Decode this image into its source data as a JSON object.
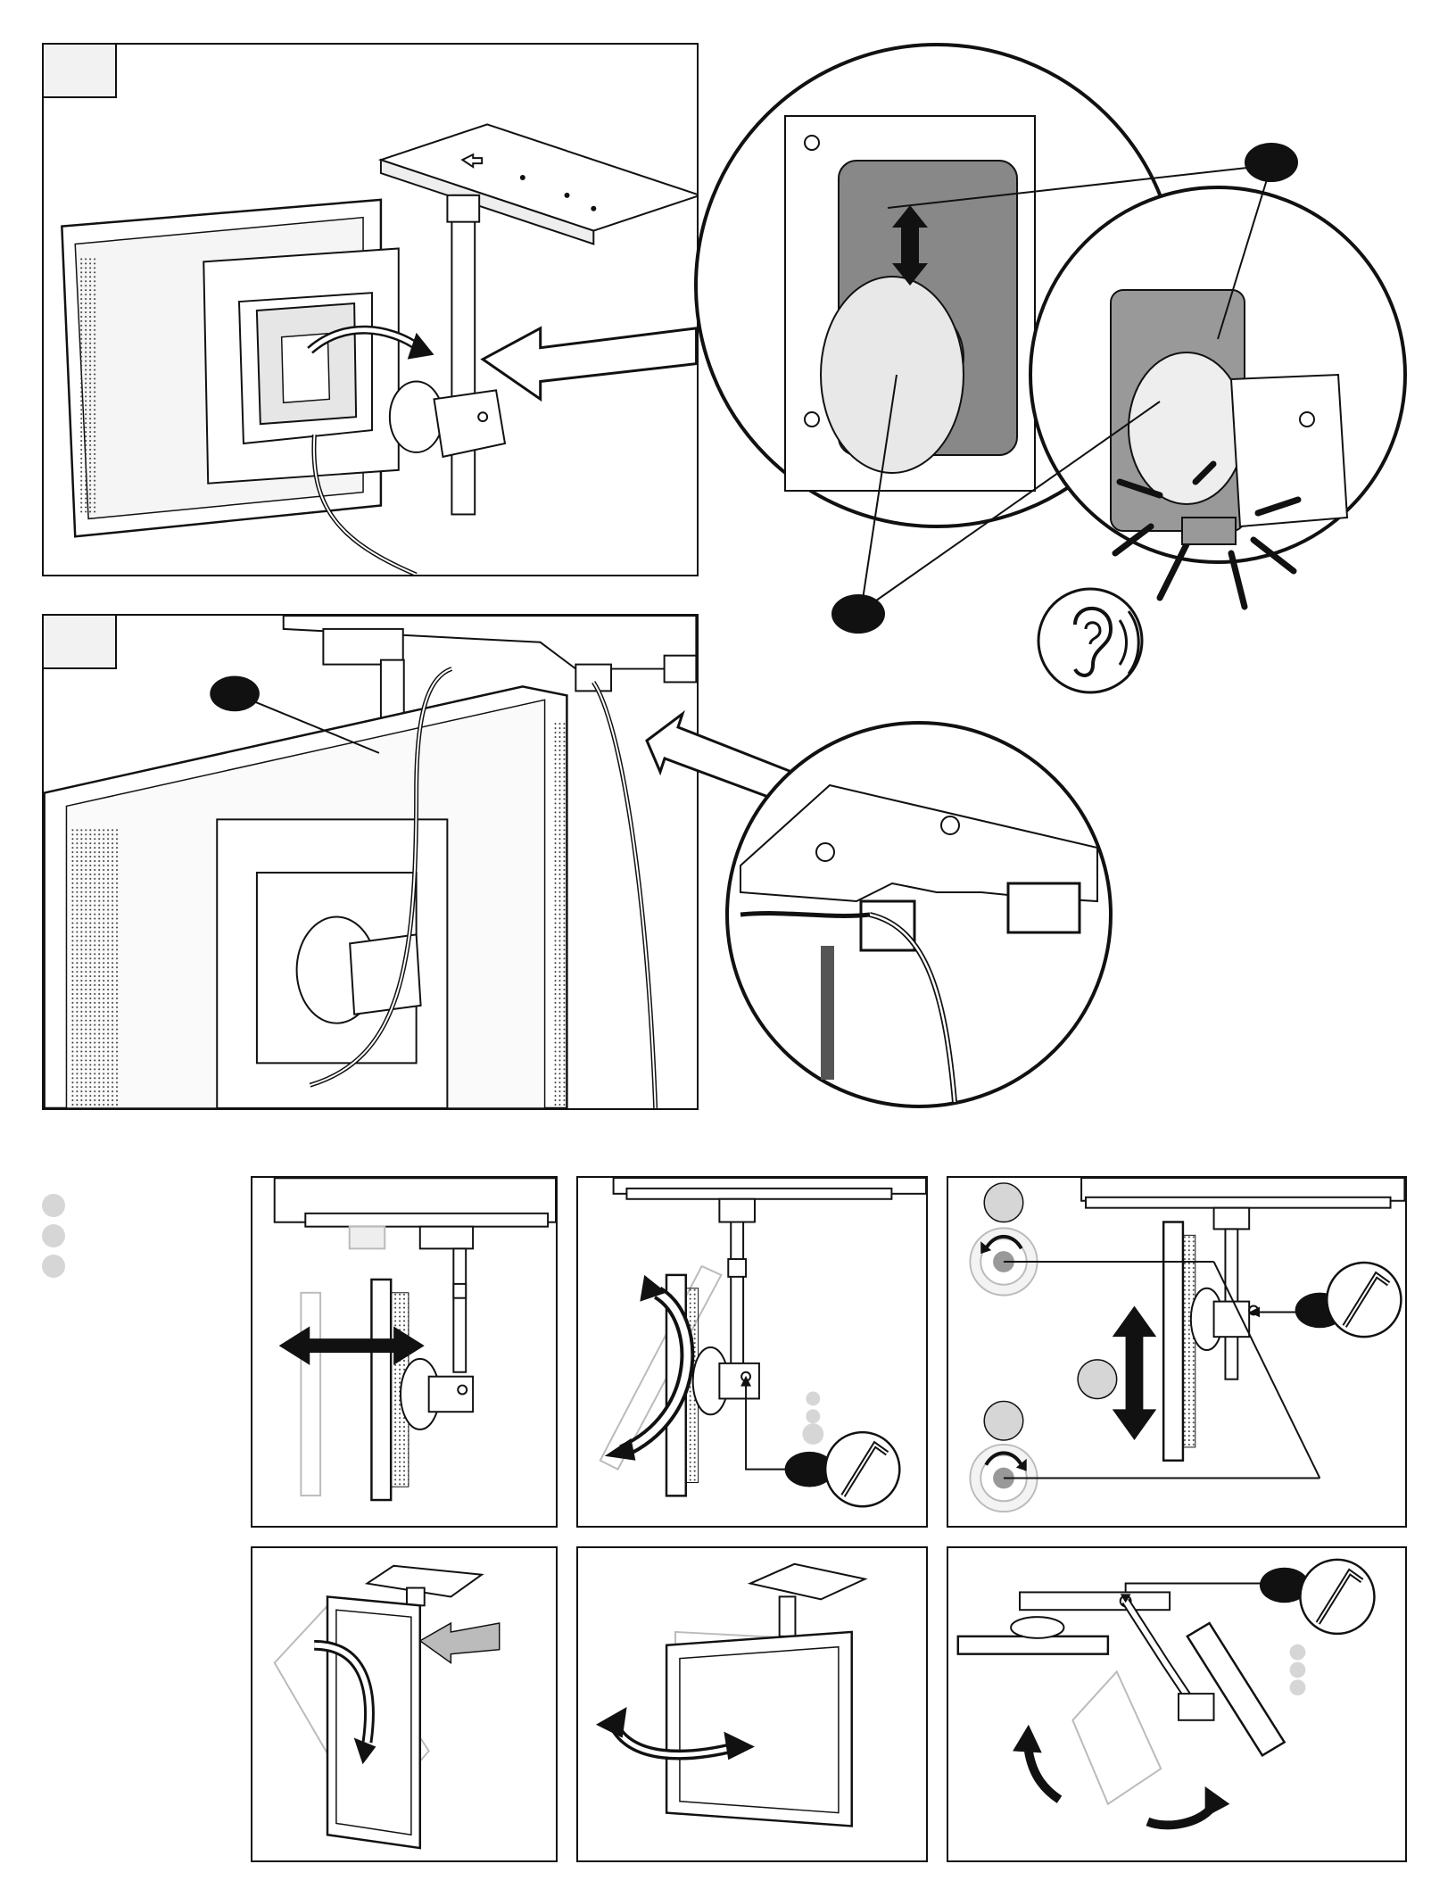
{
  "page": {
    "type": "installation-instructions",
    "text_present": false
  },
  "steps": [
    {
      "id": "step-1",
      "label": ""
    },
    {
      "id": "step-2",
      "label": ""
    }
  ],
  "colors": {
    "line": "#111111",
    "gray_fill": "#d6d6d6",
    "dark_fill": "#777777",
    "callout_badge": "#111111"
  },
  "icons": [
    "ear-icon",
    "hex-key-icon",
    "double-arrow-icon",
    "curved-arrow-icon",
    "rotate-icon"
  ]
}
